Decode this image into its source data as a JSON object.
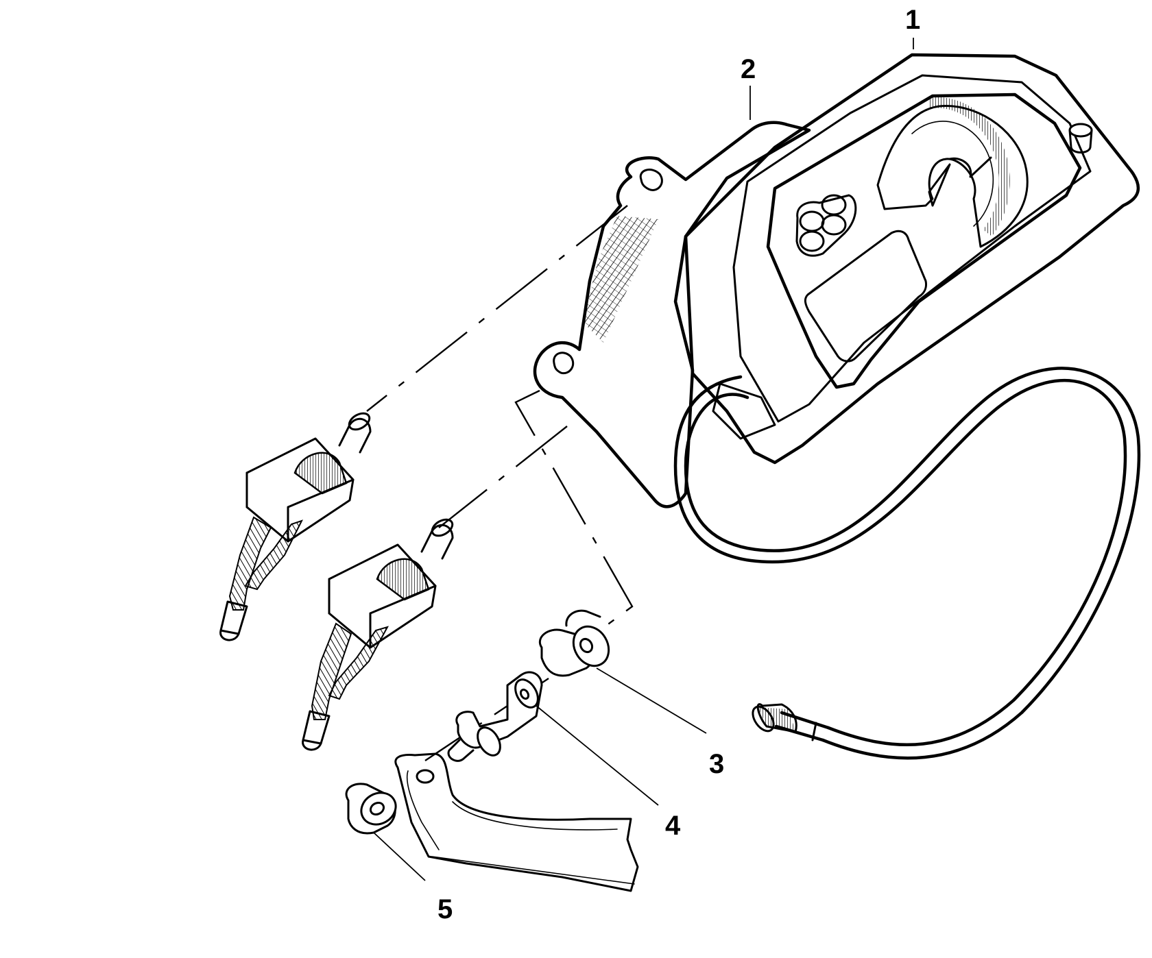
{
  "callouts": [
    {
      "id": "1",
      "label": "1"
    },
    {
      "id": "2",
      "label": "2"
    },
    {
      "id": "3",
      "label": "3"
    },
    {
      "id": "4",
      "label": "4"
    },
    {
      "id": "5",
      "label": "5"
    }
  ],
  "colors": {
    "ink": "#000000",
    "paper": "#ffffff"
  }
}
